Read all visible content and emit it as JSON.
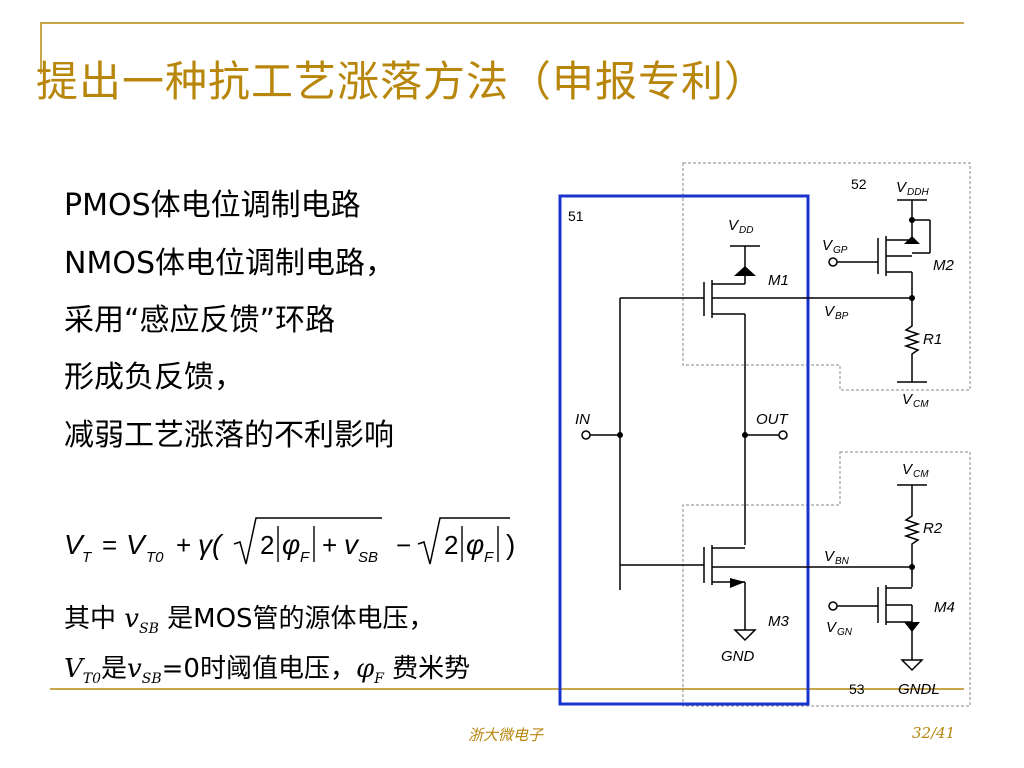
{
  "title": "提出一种抗工艺涨落方法（申报专利）",
  "bullets": [
    "PMOS体电位调制电路",
    "NMOS体电位调制电路，",
    "采用“感应反馈”环路",
    "形成负反馈，",
    "减弱工艺涨落的不利影响"
  ],
  "formula": {
    "lhs": "V",
    "lhs_sub": "T",
    "eq": "=",
    "v": "V",
    "v_sub": "T0",
    "plus": "+",
    "gamma": "γ(",
    "two": "2",
    "phi": "φ",
    "phi_sub": "F",
    "plus2": "+",
    "vsb": "v",
    "vsb_sub": "SB",
    "minus": "−",
    "two2": "2",
    "phi2": "φ",
    "phi2_sub": "F",
    "close": ")"
  },
  "note1": {
    "prefix": "其中",
    "var": "v",
    "var_sub": "SB",
    "suffix": "是MOS管的源体电压，"
  },
  "note2": {
    "var1": "V",
    "var1_sub": "T0",
    "text1": "是",
    "var2": "v",
    "var2_sub": "SB",
    "text2": "=0时阈值电压，",
    "phi": "φ",
    "phi_sub": "F",
    "text3": " 费米势"
  },
  "circuit": {
    "box_labels": [
      "51",
      "52",
      "53"
    ],
    "nodes": {
      "vdd": "V",
      "vdd_sub": "DD",
      "vddh": "V",
      "vddh_sub": "DDH",
      "vgp": "V",
      "vgp_sub": "GP",
      "vbp": "V",
      "vbp_sub": "BP",
      "vcm_top": "V",
      "vcm_top_sub": "CM",
      "vcm_bot": "V",
      "vcm_bot_sub": "CM",
      "vbn": "V",
      "vbn_sub": "BN",
      "vgn": "V",
      "vgn_sub": "GN",
      "in": "IN",
      "out": "OUT",
      "gnd": "GND",
      "gndl": "GNDL"
    },
    "devices": {
      "m1": "M1",
      "m2": "M2",
      "m3": "M3",
      "m4": "M4",
      "r1": "R1",
      "r2": "R2"
    }
  },
  "footer": {
    "org": "浙大微电子",
    "page": "32/41"
  },
  "colors": {
    "accent": "#b8860b",
    "decor_line": "#c8a64a",
    "highlight_box": "#1a33cc",
    "dashed_box": "#888888"
  }
}
